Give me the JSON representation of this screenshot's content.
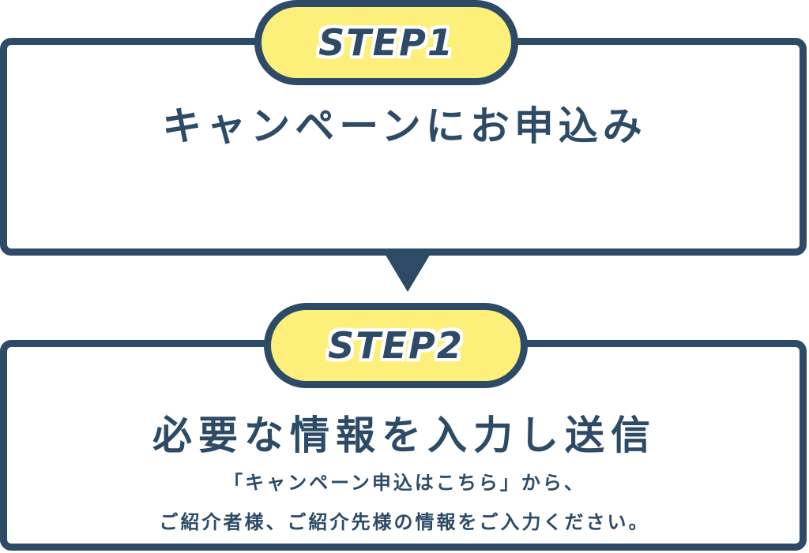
{
  "step1": {
    "badge": "STEP1",
    "title": "キャンペーンにお申込み"
  },
  "step2": {
    "badge": "STEP2",
    "title": "必要な情報を入力し送信",
    "description_line1": "「キャンペーン申込はこちら」から、",
    "description_line2": "ご紹介者様、ご紹介先様の情報をご入力ください。"
  },
  "colors": {
    "border": "#2d4b66",
    "badge_fill": "#fdf07a",
    "background": "#ffffff"
  }
}
